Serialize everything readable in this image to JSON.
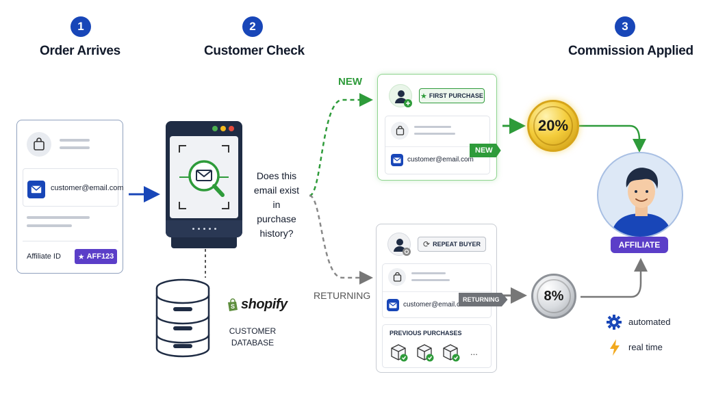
{
  "steps": [
    {
      "number": "1",
      "title": "Order Arrives"
    },
    {
      "number": "2",
      "title": "Customer Check"
    },
    {
      "number": "3",
      "title": "Commission Applied"
    }
  ],
  "order_card": {
    "email": "customer@email.com",
    "affiliate_label": "Affiliate ID",
    "affiliate_code": "AFF123"
  },
  "check": {
    "question_lines": [
      "Does this",
      "email exist in",
      "purchase",
      "history?"
    ]
  },
  "database": {
    "brand": "shopify",
    "label_lines": [
      "CUSTOMER",
      "DATABASE"
    ]
  },
  "new_branch": {
    "label": "NEW",
    "badge": "FIRST PURCHASE",
    "email": "customer@email.com",
    "tag": "NEW",
    "commission": "20%"
  },
  "returning_branch": {
    "label": "RETURNING",
    "badge": "REPEAT BUYER",
    "email": "customer@email.com",
    "tag": "RETURNING",
    "previous_title": "PREVIOUS PURCHASES",
    "more": "...",
    "commission": "8%"
  },
  "affiliate": {
    "label": "AFFILIATE"
  },
  "legend": [
    {
      "icon": "gear-icon",
      "label": "automated"
    },
    {
      "icon": "lightning-icon",
      "label": "real time"
    }
  ],
  "colors": {
    "primary": "#1846b8",
    "new": "#2e9b3a",
    "returning": "#777777",
    "affiliate": "#5b3ec8",
    "gold": "#e8b820"
  }
}
